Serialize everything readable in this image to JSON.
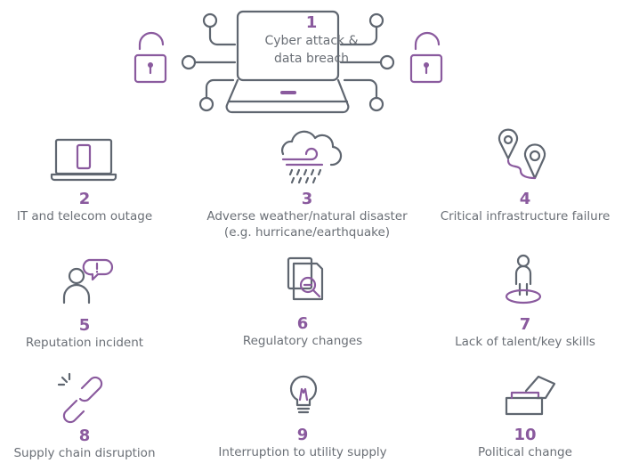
{
  "colors": {
    "accent": "#8a5a9e",
    "line": "#5f6670",
    "text": "#6a6f76"
  },
  "risks": [
    {
      "rank": "1",
      "label_line1": "Cyber attack &",
      "label_line2": "data breach",
      "icon": "laptop-circuit-icon"
    },
    {
      "rank": "2",
      "label": "IT and telecom outage",
      "icon": "laptop-phone-icon"
    },
    {
      "rank": "3",
      "label_line1": "Adverse weather/natural disaster",
      "label_line2": "(e.g. hurricane/earthquake)",
      "icon": "storm-cloud-icon"
    },
    {
      "rank": "4",
      "label": "Critical infrastructure failure",
      "icon": "map-pins-icon"
    },
    {
      "rank": "5",
      "label": "Reputation incident",
      "icon": "person-alert-icon"
    },
    {
      "rank": "6",
      "label": "Regulatory changes",
      "icon": "document-search-icon"
    },
    {
      "rank": "7",
      "label": "Lack of talent/key skills",
      "icon": "person-target-icon"
    },
    {
      "rank": "8",
      "label": "Supply chain disruption",
      "icon": "broken-chain-icon"
    },
    {
      "rank": "9",
      "label": "Interruption to utility supply",
      "icon": "lightbulb-icon"
    },
    {
      "rank": "10",
      "label": "Political change",
      "icon": "ballot-box-icon"
    }
  ]
}
